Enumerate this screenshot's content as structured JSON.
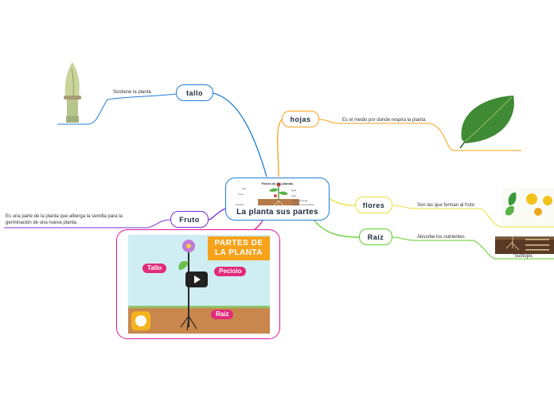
{
  "central": {
    "title": "La planta  sus partes",
    "diagram_title": "Partes de las plantas",
    "diagram_labels": [
      "Flor",
      "Hoja",
      "Fruto",
      "Tallo",
      "Raíz principal",
      "Raíces secundarias",
      "Semilla"
    ]
  },
  "branches": [
    {
      "key": "tallo",
      "label": "tallo",
      "color": "#1e7fd8",
      "note": "Sostiene la planta"
    },
    {
      "key": "hojas",
      "label": "hojas",
      "color": "#f7a21b",
      "note": "Es el medio por donde respira la planta"
    },
    {
      "key": "flores",
      "label": "flores",
      "color": "#e8e23a",
      "note": "Son las que forman al fruto"
    },
    {
      "key": "raiz",
      "label": "Raíz",
      "color": "#5ccf2a",
      "note": "Absorbe los nutrientes",
      "subtopic": "Subtopic"
    },
    {
      "key": "fruto",
      "label": "Fruto",
      "color": "#7a2fd8",
      "note": "Es  una parte de la planta que  alberga la semilla para la germinación de una nueva planta."
    }
  ],
  "video": {
    "banner": "PARTES DE LA PLANTA",
    "labels": [
      "Tallo",
      "Peciolo",
      "Raiz"
    ],
    "color": "#e0179b"
  },
  "icons": [
    "stem-photo",
    "leaf-photo",
    "flower-diagram-image",
    "root-soil-image",
    "play-icon"
  ]
}
